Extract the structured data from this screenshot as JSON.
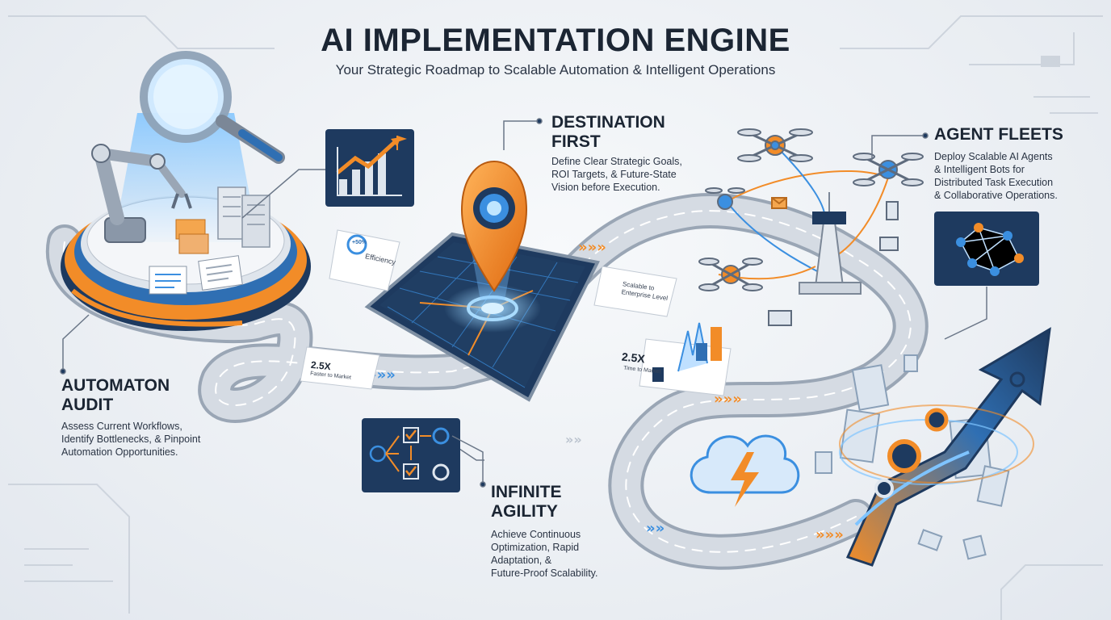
{
  "header": {
    "title": "AI IMPLEMENTATION ENGINE",
    "subtitle": "Your Strategic Roadmap to Scalable Automation & Intelligent Operations"
  },
  "sections": {
    "destination": {
      "heading_line1": "DESTINATION",
      "heading_line2": "FIRST",
      "desc": [
        "Define Clear Strategic Goals,",
        "ROI Targets, & Future-State",
        "Vision before Execution."
      ]
    },
    "agent_fleets": {
      "heading": "AGENT FLEETS",
      "desc": [
        "Deploy Scalable AI Agents",
        "& Intelligent Bots for",
        "Distributed Task Execution",
        "& Collaborative Operations."
      ]
    },
    "audit": {
      "heading_line1": "AUTOMATON",
      "heading_line2": "AUDIT",
      "desc": [
        "Assess Current Workflows,",
        "Identify Bottlenecks, & Pinpoint",
        "Automation Opportunities."
      ]
    },
    "agility": {
      "heading_line1": "INFINITE",
      "heading_line2": "AGILITY",
      "desc": [
        "Achieve Continuous",
        "Optimization, Rapid",
        "Adaptation, &",
        "Future-Proof Scalability."
      ]
    }
  },
  "callouts": {
    "efficiency_pct": "+50%",
    "efficiency_label": "Efficiency",
    "scalable_label": "Scalable to Enterprise Level",
    "faster_value": "2.5X",
    "faster_label": "Faster to Market",
    "time_value": "2.5X",
    "time_label": "Time to Market"
  },
  "colors": {
    "navy": "#1e3a5f",
    "orange": "#f28c28",
    "blue": "#3b8fe0",
    "road": "#c9d0d9"
  }
}
